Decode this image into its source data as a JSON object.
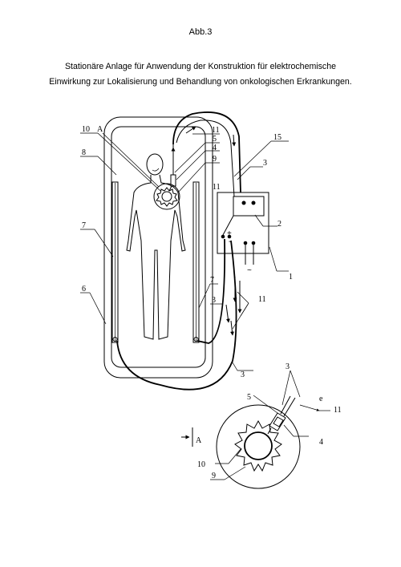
{
  "figure_label": "Abb.3",
  "caption": {
    "line1": "Stationäre Anlage für Anwendung der Konstruktion für elektrochemische",
    "line2": "Einwirkung zur Lokalisierung und Behandlung von onkologischen Erkrankungen."
  },
  "labels": {
    "n10": "10",
    "A": "A",
    "n11a": "11",
    "n5": "5",
    "n4": "4",
    "n15": "15",
    "n8": "8",
    "n9": "9",
    "n3a": "3",
    "n11b": "11",
    "n2": "2",
    "n7a": "7",
    "n1": "1",
    "n6": "6",
    "n7b": "7",
    "n3b": "3",
    "n11c": "11",
    "n3c": "3",
    "n3d": "3",
    "n5b": "5",
    "e": "e",
    "n11d": "11",
    "n4b": "4",
    "A2": "A",
    "n10b": "10",
    "n9b": "9",
    "plus": "+",
    "minus": "-",
    "tilde": "~"
  }
}
